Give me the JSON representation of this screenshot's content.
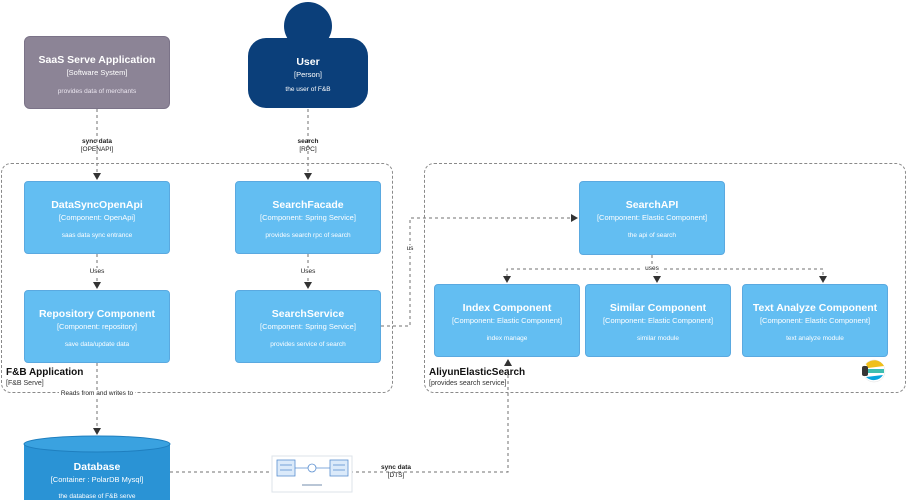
{
  "nodes": {
    "saas": {
      "title": "SaaS Serve Application",
      "kind": "[Software System]",
      "desc": "provides data of merchants"
    },
    "user": {
      "title": "User",
      "kind": "[Person]",
      "desc": "the user of F&B"
    },
    "data_sync": {
      "title": "DataSyncOpenApi",
      "kind": "[Component: OpenApi]",
      "desc": "saas data sync entrance"
    },
    "search_facade": {
      "title": "SearchFacade",
      "kind": "[Component: Spring Service]",
      "desc": "provides search rpc of search"
    },
    "repository": {
      "title": "Repository Component",
      "kind": "[Component: repository]",
      "desc": "save data/update data"
    },
    "search_service": {
      "title": "SearchService",
      "kind": "[Component: Spring Service]",
      "desc": "provides service of search"
    },
    "search_api": {
      "title": "SearchAPI",
      "kind": "[Component: Elastic Component]",
      "desc": "the api of search"
    },
    "index": {
      "title": "Index Component",
      "kind": "[Component: Elastic Component]",
      "desc": "index manage"
    },
    "similar": {
      "title": "Similar Component",
      "kind": "[Component: Elastic Component]",
      "desc": "similar module"
    },
    "text_analyze": {
      "title": "Text Analyze Component",
      "kind": "[Component: Elastic Component]",
      "desc": "text analyze module"
    },
    "database": {
      "title": "Database",
      "kind": "[Container : PolarDB Mysql]",
      "desc": "the database of F&B serve"
    }
  },
  "boundaries": {
    "fb": {
      "title": "F&B Application",
      "kind": "[F&B Serve]"
    },
    "aliyun": {
      "title": "AliyunElasticSearch",
      "kind": "[provides search service]"
    }
  },
  "edges": {
    "sync_data_openapi": {
      "label": "sync data",
      "tech": "[OPENAPI]"
    },
    "search_rpc": {
      "label": "search",
      "tech": "[RPC]"
    },
    "uses_1": {
      "label": "Uses"
    },
    "uses_2": {
      "label": "Uses"
    },
    "uses_3": {
      "label": "us"
    },
    "uses_4": {
      "label": "uses"
    },
    "reads_writes": {
      "label": "Reads from and writes to"
    },
    "sync_data_dts": {
      "label": "sync data",
      "tech": "[DTS]"
    }
  },
  "colors": {
    "component": "#63bef2",
    "external_system": "#8c8496",
    "person": "#0b3f7a",
    "database": "#2a93d5",
    "edge": "#707070"
  },
  "icons": {
    "elastic_logo": "elasticsearch-logo-icon",
    "dts_diagram": "dts-sync-diagram-icon"
  }
}
